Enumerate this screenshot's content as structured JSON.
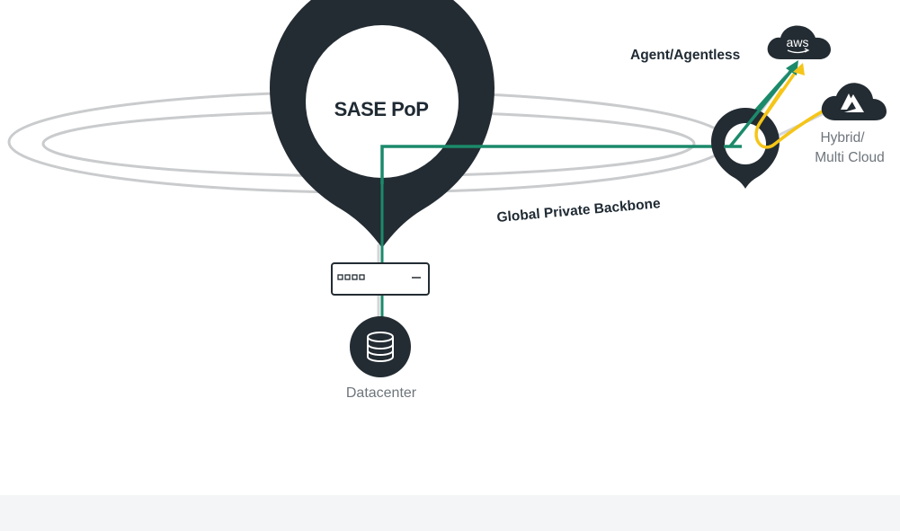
{
  "diagram": {
    "pop_label": "SASE PoP",
    "backbone_label": "Global Private Backbone",
    "agent_label": "Agent/Agentless",
    "aws_label": "aws",
    "hybrid_label_line1": "Hybrid/",
    "hybrid_label_line2": "Multi Cloud",
    "datacenter_label": "Datacenter"
  },
  "colors": {
    "pin_dark": "#232c33",
    "green_path": "#1b8a6b",
    "yellow_path": "#f5c518",
    "ring_gray": "#cfd1d3",
    "band": "#f4f5f6"
  }
}
